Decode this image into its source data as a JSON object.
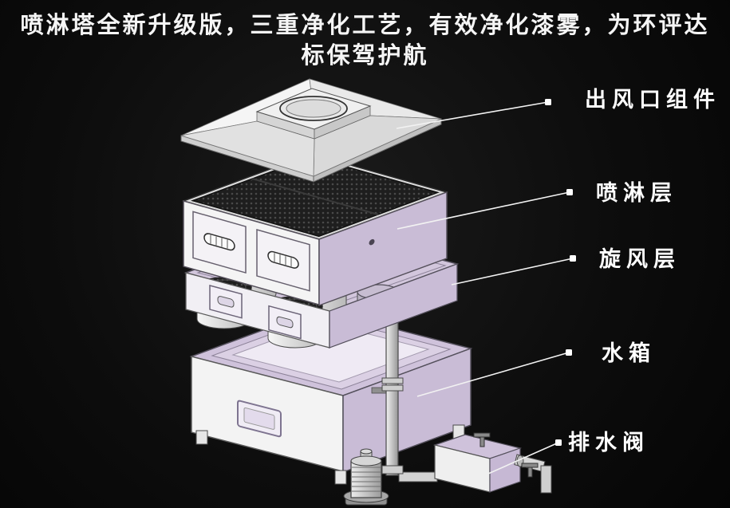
{
  "title": {
    "line1": "喷淋塔全新升级版，三重净化工艺，有效净化漆雾，为环评达",
    "line2": "标保驾护航"
  },
  "labels": [
    {
      "text": "出风口组件"
    },
    {
      "text": "喷淋层"
    },
    {
      "text": "旋风层"
    },
    {
      "text": "水箱"
    },
    {
      "text": "排水阀"
    }
  ],
  "colors": {
    "background": "#0a0a0a",
    "text": "#ffffff",
    "panel_white": "#f2f2f2",
    "panel_lavender": "#cbbdd8",
    "mesh_dark": "#1e1e1e",
    "leader_line": "#f2f2f2"
  }
}
